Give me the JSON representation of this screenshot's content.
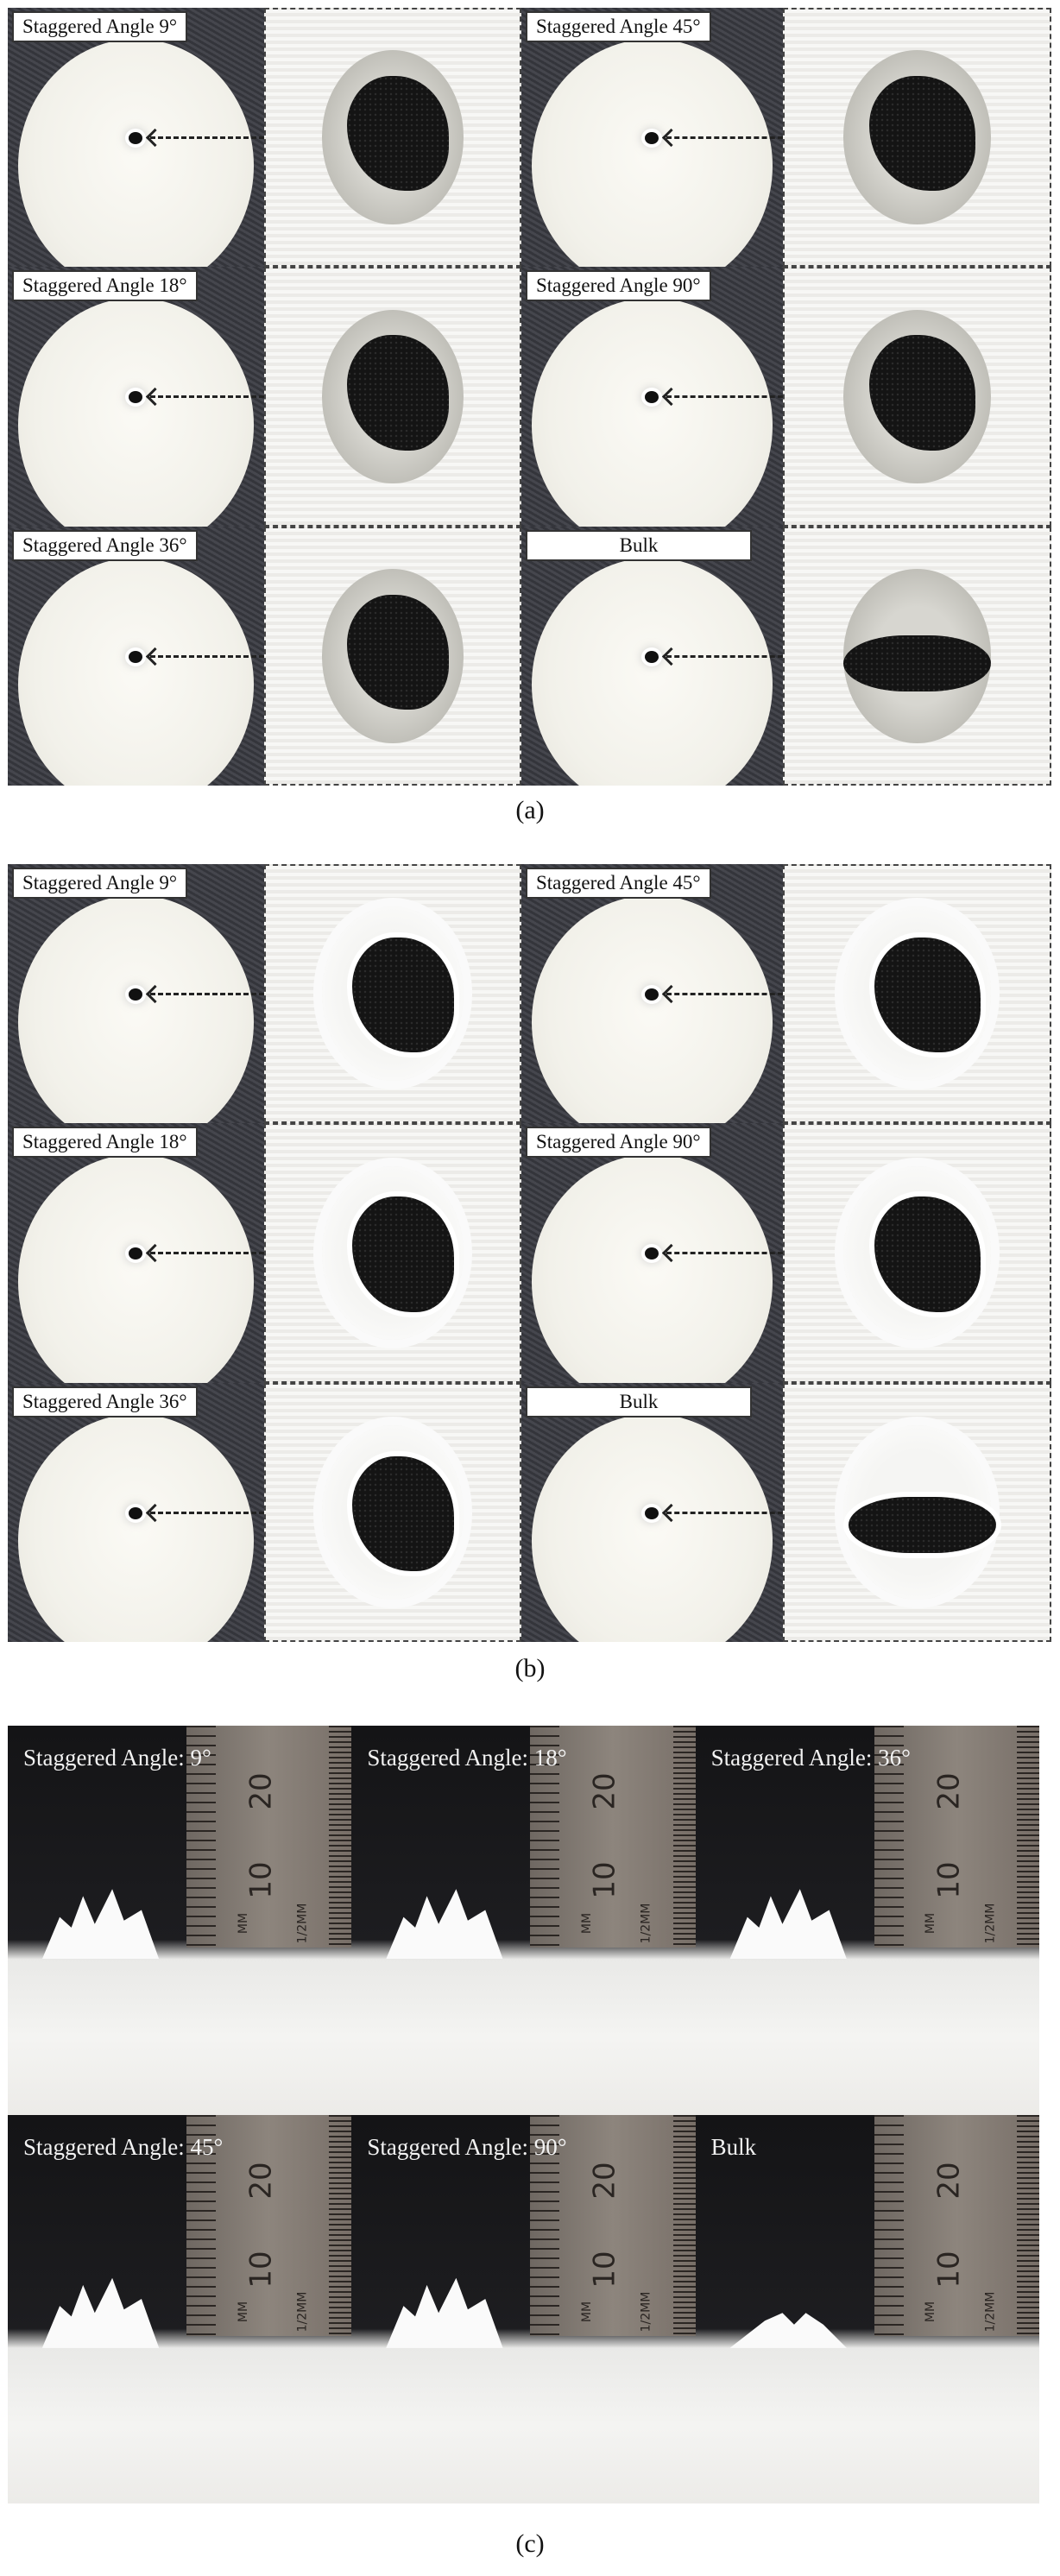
{
  "panel_a": {
    "caption": "(a)",
    "cells": [
      {
        "label": "Staggered Angle 9°"
      },
      {
        "label": "Staggered Angle 45°"
      },
      {
        "label": "Staggered Angle 18°"
      },
      {
        "label": "Staggered Angle 90°"
      },
      {
        "label": "Staggered Angle 36°"
      },
      {
        "label": "Bulk"
      }
    ]
  },
  "panel_b": {
    "caption": "(b)",
    "cells": [
      {
        "label": "Staggered Angle 9°"
      },
      {
        "label": "Staggered Angle 45°"
      },
      {
        "label": "Staggered Angle 18°"
      },
      {
        "label": "Staggered Angle 90°"
      },
      {
        "label": "Staggered Angle 36°"
      },
      {
        "label": "Bulk"
      }
    ]
  },
  "panel_c": {
    "caption": "(c)",
    "cells": [
      {
        "label": "Staggered Angle: 9°"
      },
      {
        "label": "Staggered Angle: 18°"
      },
      {
        "label": "Staggered Angle: 36°"
      },
      {
        "label": "Staggered Angle: 45°"
      },
      {
        "label": "Staggered Angle: 90°"
      },
      {
        "label": "Bulk"
      }
    ],
    "ruler": {
      "major_20": "20",
      "major_10": "10",
      "unit_mm": "MM",
      "unit_half_mm": "1/2MM"
    }
  }
}
